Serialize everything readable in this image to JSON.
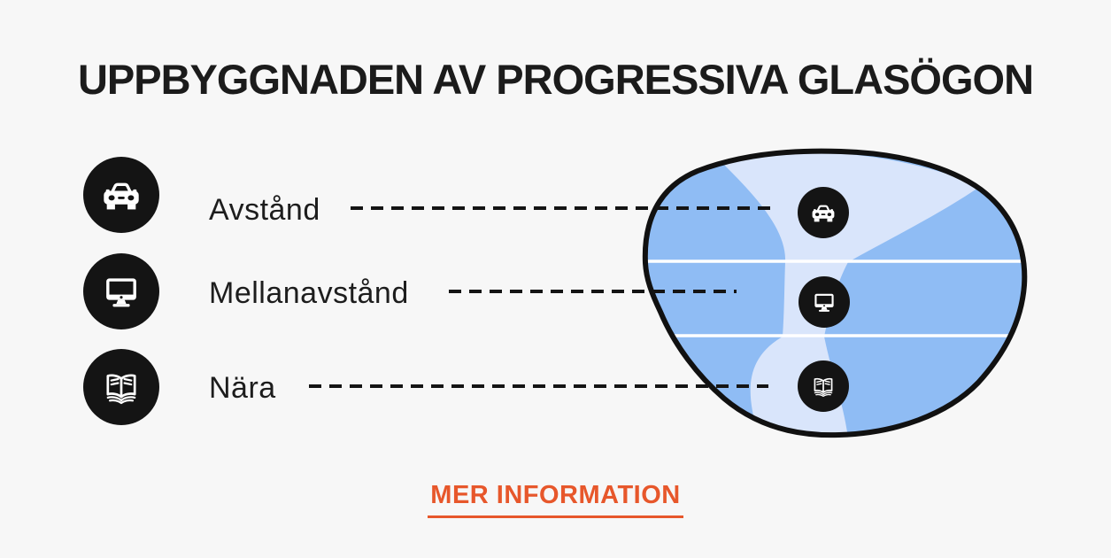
{
  "title": "UPPBYGGNADEN AV PROGRESSIVA GLASÖGON",
  "rows": [
    {
      "icon": "car-icon",
      "label": "Avstånd"
    },
    {
      "icon": "monitor-icon",
      "label": "Mellanavstånd"
    },
    {
      "icon": "book-icon",
      "label": "Nära"
    }
  ],
  "lens": {
    "description": "progressive-lens-diagram",
    "zone_icons": [
      "car-icon",
      "monitor-icon",
      "book-icon"
    ],
    "zone_count": 3
  },
  "link": {
    "label": "MER INFORMATION"
  },
  "colors": {
    "bg": "#F7F7F7",
    "ink": "#141414",
    "lensBlue": "#8FBCF4",
    "corridorBlue": "#D9E5FB",
    "divider": "#FFFFFF",
    "accent": "#E7572B",
    "title": "#1B1B1B"
  }
}
